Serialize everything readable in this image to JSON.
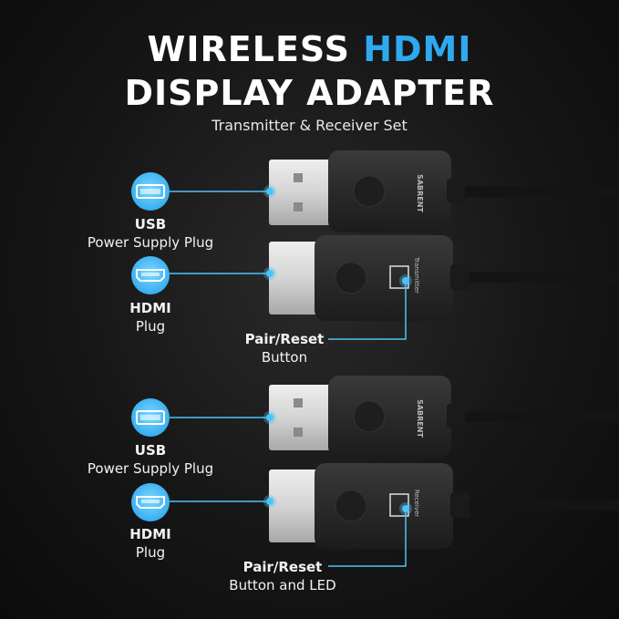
{
  "header": {
    "title_part1": "WIRELESS",
    "title_part2": "HDMI",
    "title_line2": "DISPLAY ADAPTER",
    "subtitle": "Transmitter & Receiver Set"
  },
  "brand": {
    "logo_text": "SABRENT"
  },
  "device_text": {
    "transmitter": "Transmitter",
    "receiver": "Receiver"
  },
  "set1": {
    "usb_title": "USB",
    "usb_sub": "Power Supply Plug",
    "hdmi_title": "HDMI",
    "hdmi_sub": "Plug",
    "pair_title": "Pair/Reset",
    "pair_sub": "Button"
  },
  "set2": {
    "usb_title": "USB",
    "usb_sub": "Power Supply Plug",
    "hdmi_title": "HDMI",
    "hdmi_sub": "Plug",
    "pair_title": "Pair/Reset",
    "pair_sub": "Button and LED"
  },
  "colors": {
    "accent": "#2ea9f0",
    "icon_circle": "#4cc3f7",
    "device_body": "#2a2a2a",
    "plug_metal": "#d8d8d8"
  },
  "icons": [
    "usb-port-icon",
    "hdmi-port-icon"
  ]
}
